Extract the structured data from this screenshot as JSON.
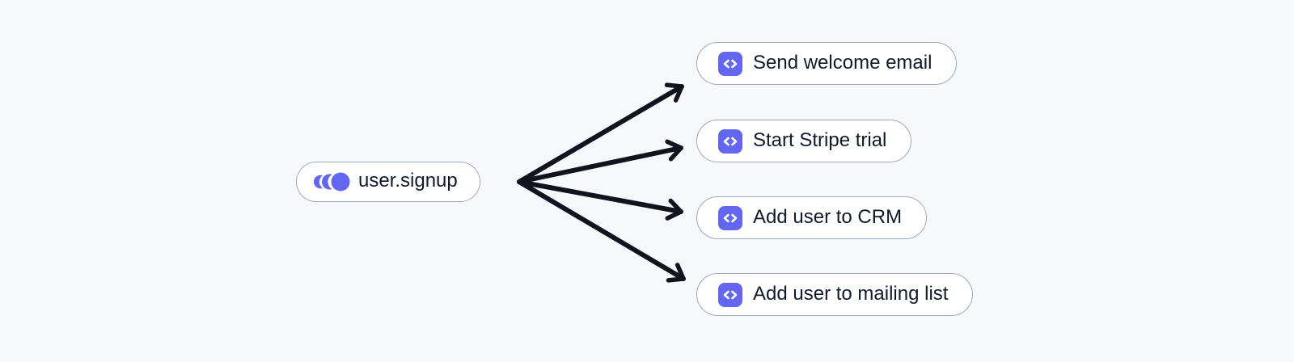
{
  "flow": {
    "source": {
      "label": "user.signup",
      "icon": "event-pulse-icon"
    },
    "targets": [
      {
        "label": "Send welcome email",
        "icon": "code-icon"
      },
      {
        "label": "Start Stripe trial",
        "icon": "code-icon"
      },
      {
        "label": "Add user to CRM",
        "icon": "code-icon"
      },
      {
        "label": "Add user to mailing list",
        "icon": "code-icon"
      }
    ],
    "edge_count": 4
  },
  "colors": {
    "background": "#f7f8fc",
    "node_fill": "#ffffff",
    "node_border": "#9da9bc",
    "icon_accent": "#6366f1",
    "icon_glyph": "#ffffff",
    "arrow": "#12141d",
    "text": "#111a2b"
  }
}
